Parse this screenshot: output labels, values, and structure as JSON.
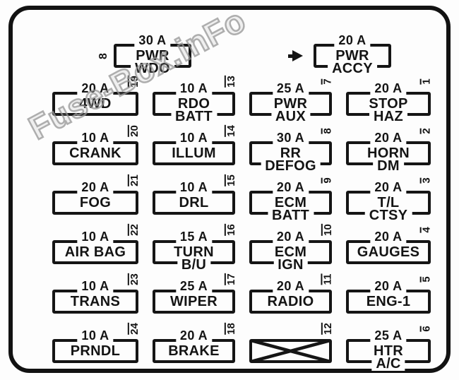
{
  "watermark": {
    "text": "Fuse-Box.inFo"
  },
  "colors": {
    "ink": "#151515",
    "paper": "#fdfdfd",
    "watermark_gray": "#969696"
  },
  "panel": {
    "top_fuses": [
      {
        "marker": "8",
        "marker_icon": "rotated-number",
        "amp": "30 A",
        "name": "PWR",
        "sub": "WDO"
      },
      {
        "marker": "",
        "marker_icon": "right-arrow",
        "amp": "20 A",
        "name": "PWR",
        "sub": "ACCY"
      }
    ],
    "fuses": [
      {
        "number": "19",
        "amp": "20 A",
        "name": "4WD"
      },
      {
        "number": "13",
        "amp": "10 A",
        "name": "RDO",
        "sub": "BATT"
      },
      {
        "number": "7",
        "amp": "25 A",
        "name": "PWR",
        "sub": "AUX"
      },
      {
        "number": "1",
        "amp": "20 A",
        "name": "STOP",
        "sub": "HAZ"
      },
      {
        "number": "20",
        "amp": "10 A",
        "name": "CRANK"
      },
      {
        "number": "14",
        "amp": "10 A",
        "name": "ILLUM"
      },
      {
        "number": "8",
        "amp": "30 A",
        "name": "RR",
        "sub": "DEFOG"
      },
      {
        "number": "2",
        "amp": "20 A",
        "name": "HORN",
        "sub": "DM"
      },
      {
        "number": "21",
        "amp": "20 A",
        "name": "FOG"
      },
      {
        "number": "15",
        "amp": "10 A",
        "name": "DRL"
      },
      {
        "number": "9",
        "amp": "20 A",
        "name": "ECM",
        "sub": "BATT"
      },
      {
        "number": "3",
        "amp": "20 A",
        "name": "T/L",
        "sub": "CTSY"
      },
      {
        "number": "22",
        "amp": "10 A",
        "name": "AIR BAG"
      },
      {
        "number": "16",
        "amp": "15 A",
        "name": "TURN",
        "sub": "B/U"
      },
      {
        "number": "10",
        "amp": "20 A",
        "name": "ECM",
        "sub": "IGN"
      },
      {
        "number": "4",
        "amp": "20 A",
        "name": "GAUGES"
      },
      {
        "number": "23",
        "amp": "10 A",
        "name": "TRANS"
      },
      {
        "number": "17",
        "amp": "25 A",
        "name": "WIPER"
      },
      {
        "number": "11",
        "amp": "20 A",
        "name": "RADIO"
      },
      {
        "number": "5",
        "amp": "20 A",
        "name": "ENG-1"
      },
      {
        "number": "24",
        "amp": "10 A",
        "name": "PRNDL"
      },
      {
        "number": "18",
        "amp": "20 A",
        "name": "BRAKE"
      },
      {
        "number": "12",
        "crossed": true
      },
      {
        "number": "6",
        "amp": "25 A",
        "name": "HTR",
        "sub": "A/C"
      }
    ]
  }
}
